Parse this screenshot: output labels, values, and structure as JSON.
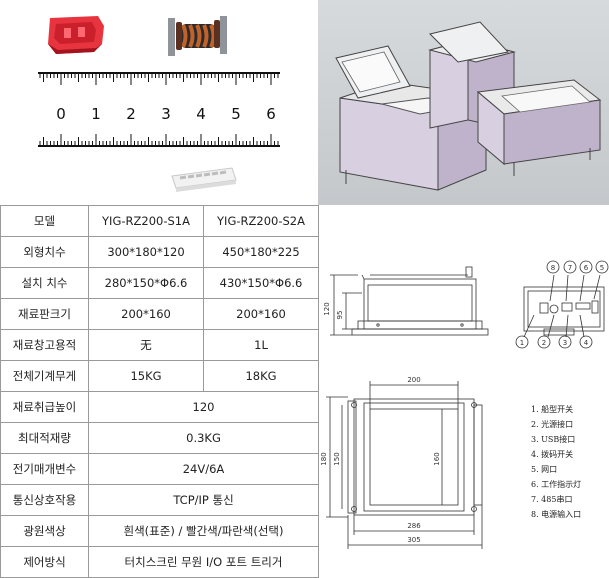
{
  "ruler": {
    "ticks": [
      "0",
      "1",
      "2",
      "3",
      "4",
      "5",
      "6"
    ]
  },
  "spec_table": {
    "header": {
      "label": "모델",
      "col1": "YIG-RZ200-S1A",
      "col2": "YIG-RZ200-S2A"
    },
    "rows": [
      {
        "label": "외형치수",
        "col1": "300*180*120",
        "col2": "450*180*225"
      },
      {
        "label": "설치 치수",
        "col1": "280*150*Φ6.6",
        "col2": "430*150*Φ6.6"
      },
      {
        "label": "재료판크기",
        "col1": "200*160",
        "col2": "200*160"
      },
      {
        "label": "재료창고용적",
        "col1": "无",
        "col2": "1L"
      },
      {
        "label": "전체기계무게",
        "col1": "15KG",
        "col2": "18KG"
      },
      {
        "label": "재료취급높이",
        "merged": "120"
      },
      {
        "label": "최대적재량",
        "merged": "0.3KG"
      },
      {
        "label": "전기매개변수",
        "merged": "24V/6A"
      },
      {
        "label": "통신상호작용",
        "merged": "TCP/IP 통신"
      },
      {
        "label": "광원색상",
        "merged": "흰색(표준) / 빨간색/파란색(선택)"
      },
      {
        "label": "제어방식",
        "merged": "터치스크린 무원 I/O 포트 트리거"
      }
    ]
  },
  "drawing": {
    "side_view": {
      "dim_height": "120",
      "dim_inner": "95"
    },
    "top_view": {
      "dim_top": "200",
      "dim_left_outer": "180",
      "dim_left_inner": "150",
      "dim_inner": "160",
      "dim_bottom_inner": "286",
      "dim_bottom_outer": "305"
    },
    "end_view": {
      "callouts": [
        "1",
        "2",
        "3",
        "4",
        "5",
        "6",
        "7",
        "8"
      ]
    }
  },
  "legend": {
    "items": [
      "1. 船型开关",
      "2. 光源接口",
      "3. USB接口",
      "4. 拨码开关",
      "5. 网口",
      "6. 工作指示灯",
      "7. 485串口",
      "8. 电源输入口"
    ]
  }
}
